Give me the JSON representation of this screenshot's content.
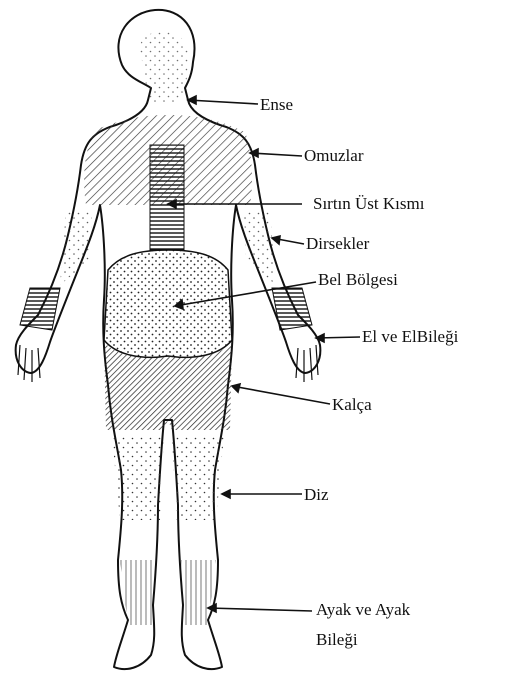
{
  "labels": {
    "ense": "Ense",
    "omuzlar": "Omuzlar",
    "sirtin_ust_kismi": "Sırtın Üst Kısmı",
    "dirsekler": "Dirsekler",
    "bel_bolgesi": "Bel Bölgesi",
    "el_ve_elbilegi": "El ve ElBileği",
    "kalca": "Kalça",
    "diz": "Diz",
    "ayak_line1": "Ayak ve Ayak",
    "ayak_line2": "Bileği"
  },
  "colors": {
    "ink": "#111111",
    "background": "#ffffff"
  }
}
